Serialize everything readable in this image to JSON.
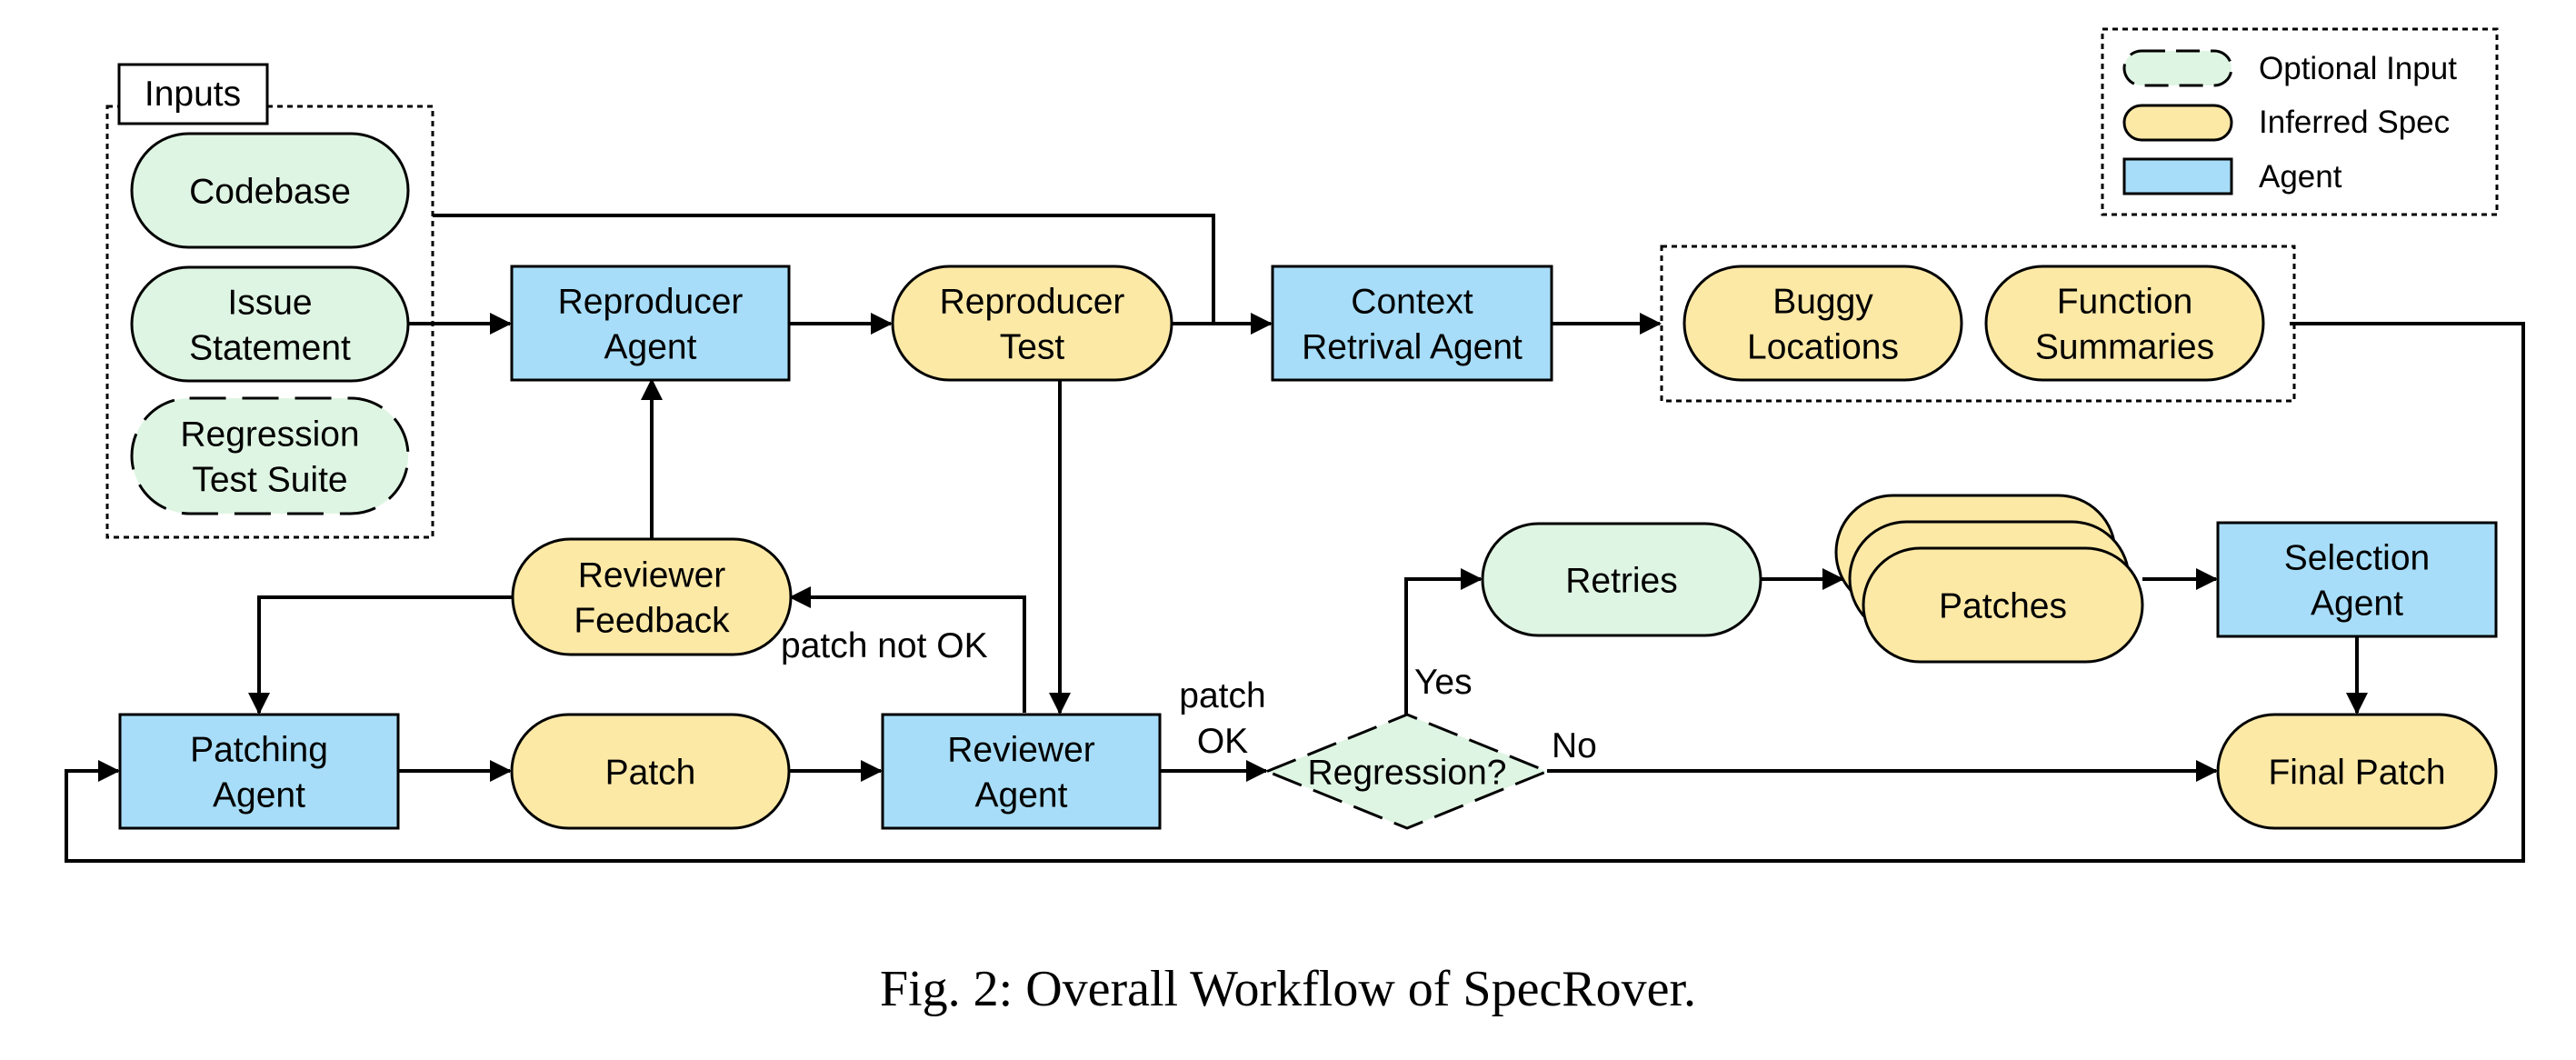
{
  "caption": "Fig. 2: Overall Workflow of SpecRover.",
  "legend": {
    "optional_input": "Optional Input",
    "inferred_spec": "Inferred Spec",
    "agent": "Agent"
  },
  "inputs_group": {
    "title": "Inputs"
  },
  "nodes": {
    "codebase": [
      "Codebase"
    ],
    "issue_statement": [
      "Issue",
      "Statement"
    ],
    "regression_test_suite": [
      "Regression",
      "Test Suite"
    ],
    "reproducer_agent": [
      "Reproducer",
      "Agent"
    ],
    "reproducer_test": [
      "Reproducer",
      "Test"
    ],
    "context_retrieval_agent": [
      "Context",
      "Retrival Agent"
    ],
    "buggy_locations": [
      "Buggy",
      "Locations"
    ],
    "function_summaries": [
      "Function",
      "Summaries"
    ],
    "reviewer_feedback": [
      "Reviewer",
      "Feedback"
    ],
    "patching_agent": [
      "Patching",
      "Agent"
    ],
    "patch": [
      "Patch"
    ],
    "reviewer_agent": [
      "Reviewer",
      "Agent"
    ],
    "regression": [
      "Regression?"
    ],
    "retries": [
      "Retries"
    ],
    "patches": [
      "Patches"
    ],
    "selection_agent": [
      "Selection",
      "Agent"
    ],
    "final_patch": [
      "Final Patch"
    ]
  },
  "edge_labels": {
    "patch_not_ok": "patch not OK",
    "patch_ok_line1": "patch",
    "patch_ok_line2": "OK",
    "yes": "Yes",
    "no": "No"
  },
  "colors": {
    "optional_input": "#dff5e3",
    "inferred_spec": "#fde9a6",
    "agent": "#a7ddf8",
    "stroke": "#000000"
  }
}
